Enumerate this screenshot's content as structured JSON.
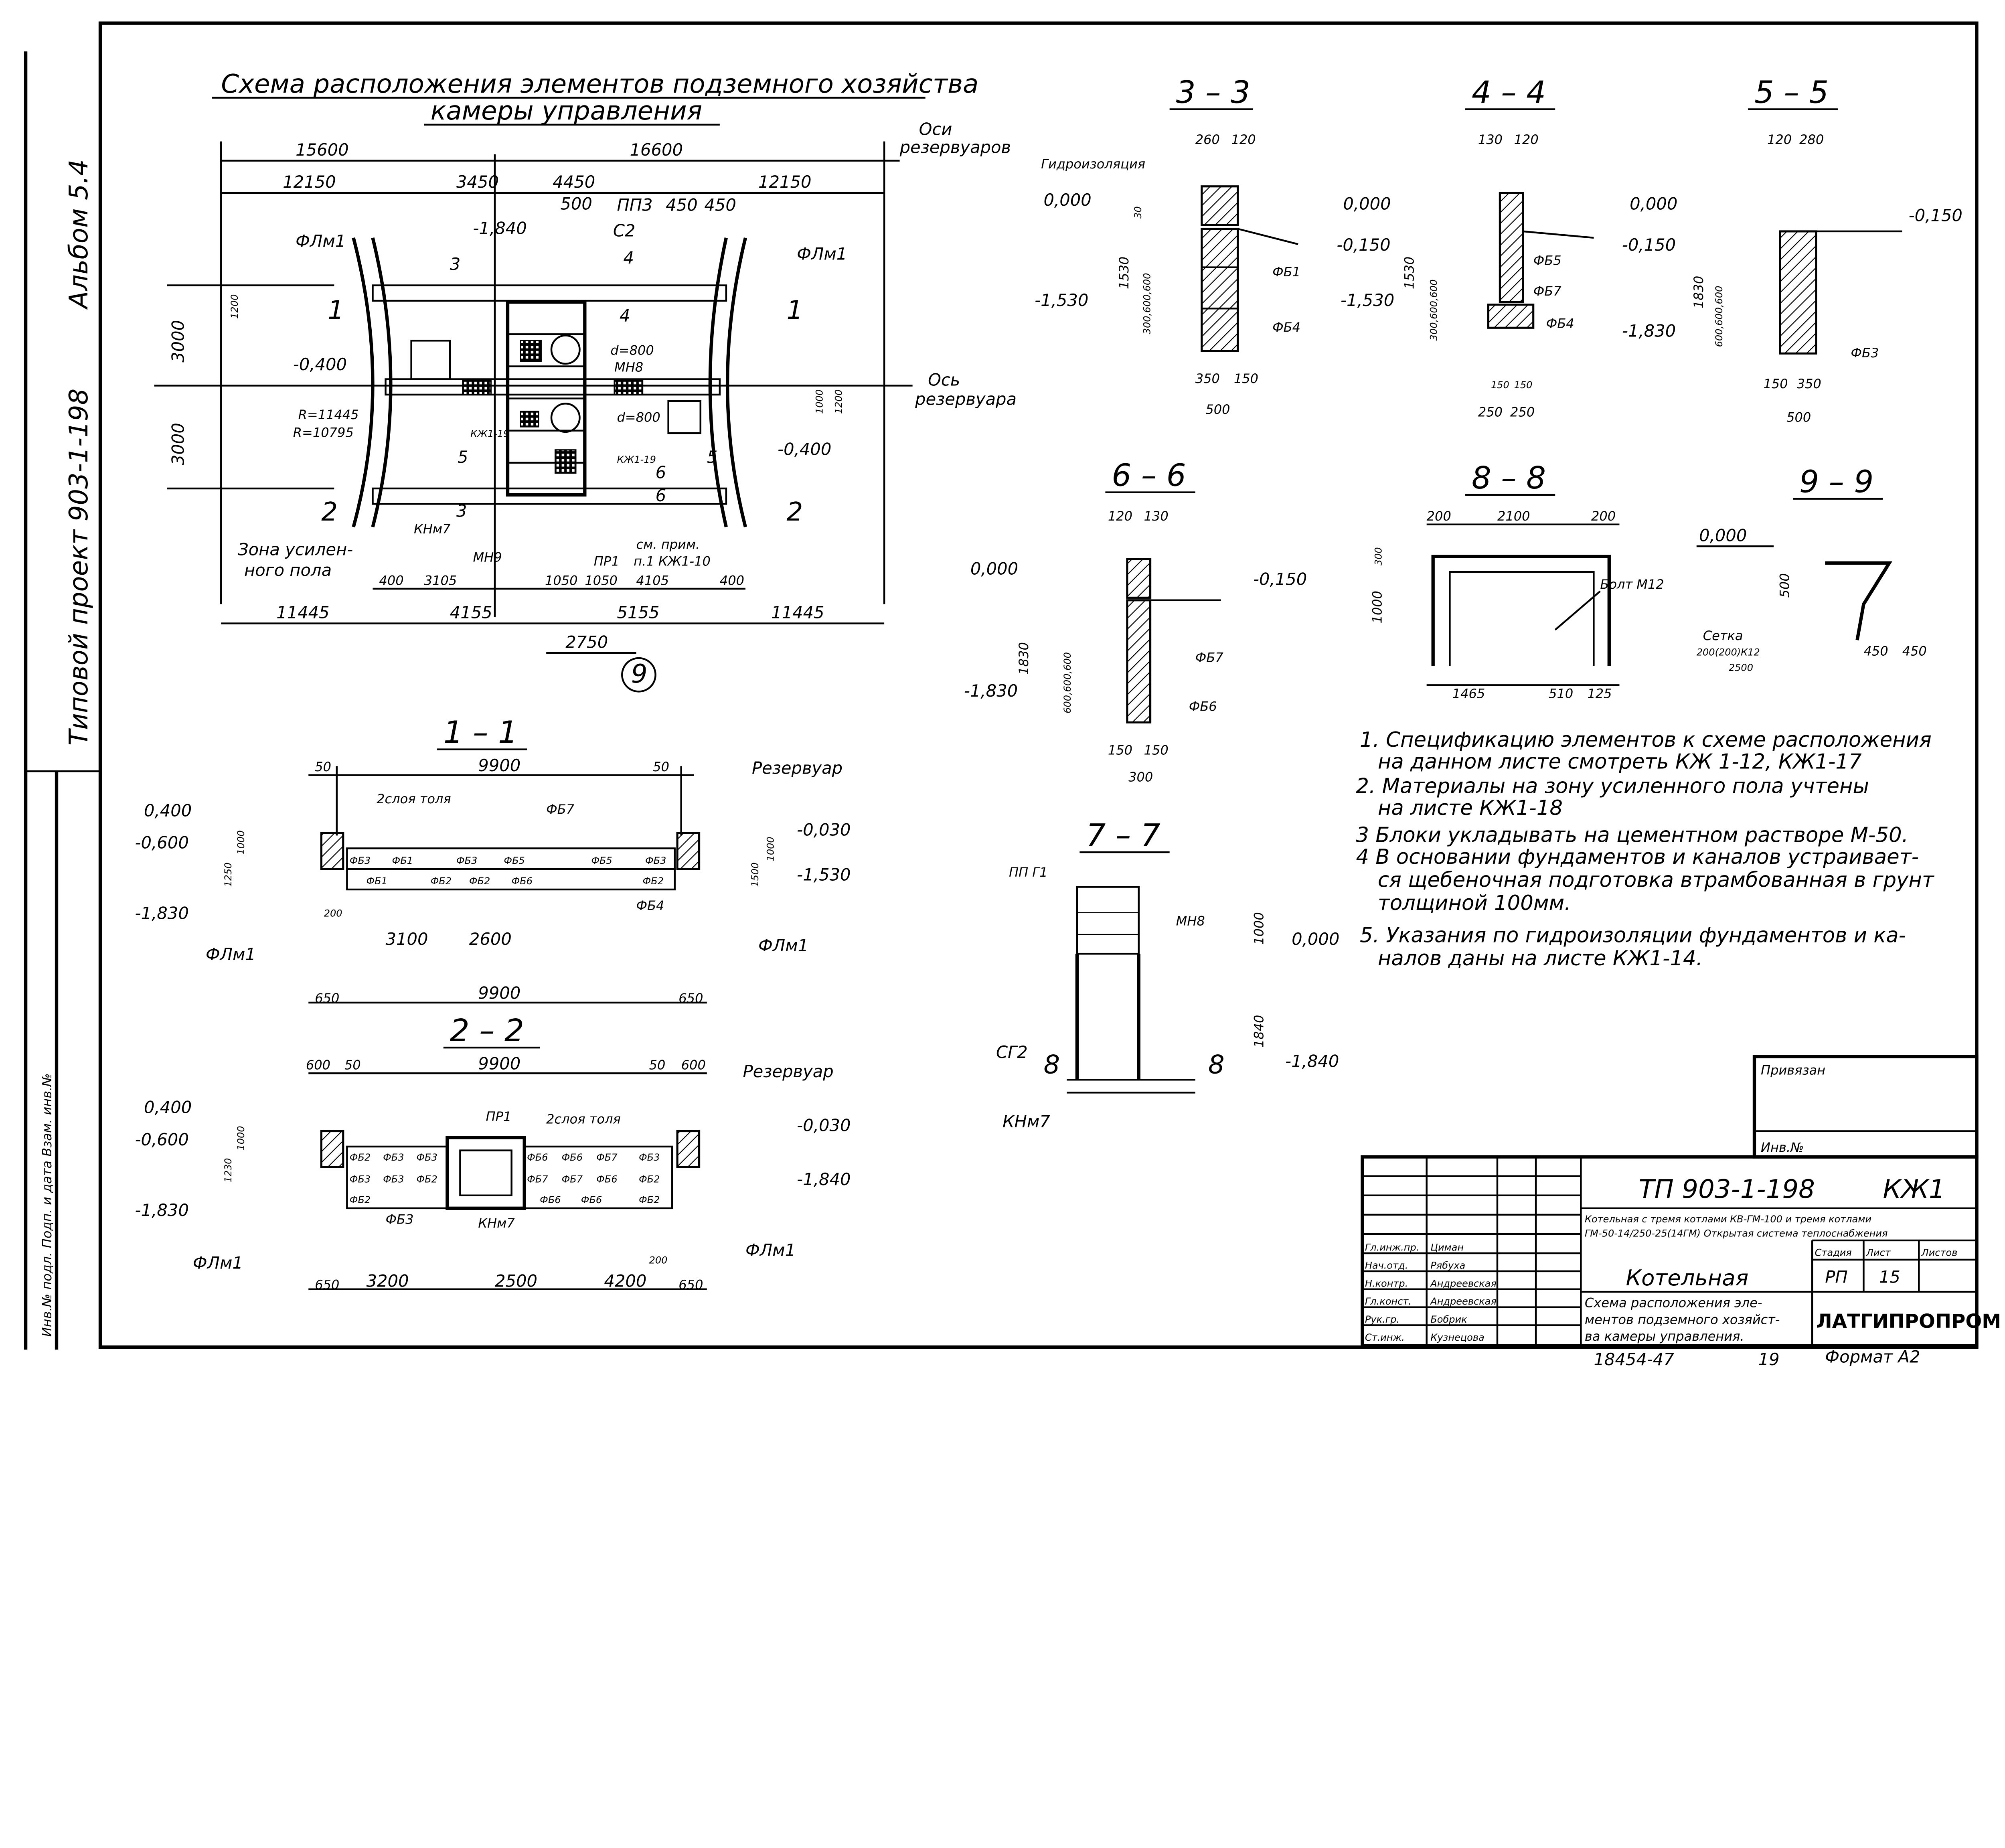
{
  "side": {
    "album": "Альбом 5.4",
    "project": "Типовой проект 903-1-198",
    "stamp": "Инв.№ подл.  Подп. и дата  Взам. инв.№"
  },
  "plan": {
    "title1": "Схема расположения элементов подземного хозяйства",
    "title2": "камеры управления",
    "axis_tanks": [
      "Оси",
      "резервуаров"
    ],
    "axis_tank": [
      "Ось",
      "резервуара"
    ],
    "top_dims": [
      "15600",
      "16600",
      "12150",
      "3450",
      "4450",
      "12150"
    ],
    "labels": [
      "-1,840",
      "500",
      "ПП3",
      "С2",
      "450",
      "450",
      "ФЛм1",
      "ФЛм1",
      "3000",
      "3000",
      "-0,400",
      "R=11445",
      "R=10795",
      "d=800",
      "d=800",
      "МН8",
      "КЖ1-19",
      "КЖ1-19",
      "-0,400",
      "КНм7",
      "МН9",
      "ПР1",
      "см. прим.",
      "п.1 КЖ1-10",
      "1000",
      "1200",
      "1200"
    ],
    "zone": [
      "Зона усилен-",
      "ного пола"
    ],
    "cut_marks": [
      "1",
      "1",
      "2",
      "2",
      "3",
      "3",
      "4",
      "4",
      "5",
      "5",
      "6",
      "6"
    ],
    "bottom_dims": [
      "400",
      "3105",
      "1050",
      "1050",
      "4105",
      "400"
    ],
    "bottom_dims2": [
      "11445",
      "4155",
      "5155",
      "11445"
    ],
    "dim_2750": "2750",
    "axis_circle": "9"
  },
  "sections": {
    "s33": {
      "title": "3 – 3",
      "labels": [
        "Гидроизоляция",
        "260",
        "120",
        "0,000",
        "30",
        "1530",
        "300,600,600",
        "-1,530",
        "ФБ1",
        "ФБ4",
        "350",
        "150",
        "500"
      ]
    },
    "s44": {
      "title": "4 – 4",
      "labels": [
        "130",
        "120",
        "0,000",
        "-0,150",
        "1530",
        "300,600,600",
        "-1,530",
        "ФБ5",
        "ФБ7",
        "ФБ4",
        "150",
        "150",
        "250",
        "250"
      ]
    },
    "s55": {
      "title": "5 – 5",
      "labels": [
        "120",
        "280",
        "0,000",
        "-0,150",
        "-0,150",
        "1830",
        "600,600,600",
        "-1,830",
        "ФБ3",
        "150",
        "350",
        "500"
      ]
    },
    "s66": {
      "title": "6 – 6",
      "labels": [
        "120",
        "130",
        "0,000",
        "-0,150",
        "1830",
        "600,600,600",
        "-1,830",
        "ФБ7",
        "ФБ6",
        "150",
        "150",
        "300"
      ]
    },
    "s88": {
      "title": "8 – 8",
      "labels": [
        "200",
        "2100",
        "200",
        "300",
        "1000",
        "Болт М12",
        "1465",
        "510",
        "125"
      ]
    },
    "s99": {
      "title": "9 – 9",
      "labels": [
        "0,000",
        "500",
        "Сетка",
        "200(200)К12",
        "2500",
        "450",
        "450"
      ]
    },
    "s77": {
      "title": "7 – 7",
      "labels": [
        "ПП Г1",
        "МН8",
        "0,000",
        "1000",
        "1840",
        "СГ2",
        "8",
        "8",
        "-1,840",
        "КНм7"
      ]
    },
    "s11": {
      "title": "1 – 1",
      "labels": [
        "50",
        "9900",
        "50",
        "Резервуар",
        "0,400",
        "-0,600",
        "1250",
        "1000",
        "2слоя толя",
        "ФБ7",
        "-0,030",
        "1500",
        "1000",
        "-1,530",
        "-1,830",
        "200",
        "3100",
        "2600",
        "ФЛм1",
        "ФЛм1",
        "650",
        "9900",
        "650",
        "ФБ4"
      ],
      "row1": [
        "ФБ3",
        "ФБ1",
        "ФБ3",
        "ФБ5",
        "ФБ5",
        "ФБ3"
      ],
      "row2": [
        "ФБ1",
        "ФБ2",
        "ФБ2",
        "ФБ6",
        "ФБ2"
      ]
    },
    "s22": {
      "title": "2 – 2",
      "labels": [
        "600",
        "50",
        "9900",
        "50",
        "600",
        "Резервуар",
        "0,400",
        "-0,600",
        "1230",
        "1000",
        "ПР1",
        "2слоя толя",
        "-0,030",
        "-1,840",
        "-1,830",
        "ФБ3",
        "КНм7",
        "ФЛм1",
        "ФЛм1",
        "200",
        "650",
        "3200",
        "2500",
        "4200",
        "650"
      ],
      "left": [
        "ФБ2",
        "ФБ3",
        "ФБ3",
        "ФБ3",
        "ФБ3",
        "ФБ2",
        "ФБ2"
      ],
      "right": [
        "ФБ6",
        "ФБ6",
        "ФБ7",
        "ФБ3",
        "ФБ7",
        "ФБ7",
        "ФБ6",
        "ФБ2",
        "ФБ6",
        "ФБ6",
        "ФБ2"
      ]
    }
  },
  "notes": [
    "1. Спецификацию элементов к схеме расположения",
    "на данном листе смотреть КЖ 1-12, КЖ1-17",
    "2. Материалы на зону усиленного пола учтены",
    "на листе КЖ1-18",
    "3 Блоки укладывать на цементном растворе М-50.",
    "4 В основании фундаментов и каналов устраивает-",
    "ся щебеночная подготовка втрамбованная в грунт",
    "толщиной 100мм.",
    "5. Указания по гидроизоляции фундаментов и ка-",
    "налов даны на листе КЖ1-14."
  ],
  "title_block": {
    "attached": "Привязан",
    "inv": "Инв.№",
    "code": "ТП 903-1-198",
    "mark": "КЖ1",
    "object1": "Котельная с тремя котлами КВ-ГМ-100 и тремя котлами",
    "object2": "ГМ-50-14/250-25(14ГМ) Открытая система теплоснабжения",
    "staff": [
      {
        "role": "Гл.инж.пр.",
        "name": "Циман"
      },
      {
        "role": "Нач.отд.",
        "name": "Рябуха"
      },
      {
        "role": "Н.контр.",
        "name": "Андреевская"
      },
      {
        "role": "Гл.конст.",
        "name": "Андреевская"
      },
      {
        "role": "Рук.гр.",
        "name": "Бобрик"
      },
      {
        "role": "Ст.инж.",
        "name": "Кузнецова"
      }
    ],
    "building": "Котельная",
    "stage_h": "Стадия",
    "sheet_h": "Лист",
    "sheets_h": "Листов",
    "stage": "РП",
    "sheet": "15",
    "sheet_title1": "Схема расположения эле-",
    "sheet_title2": "ментов подземного хозяйст-",
    "sheet_title3": "ва камеры управления.",
    "org": "ЛАТГИПРОПРОМ",
    "order": "18454-47",
    "page": "19",
    "format": "Формат А2"
  }
}
